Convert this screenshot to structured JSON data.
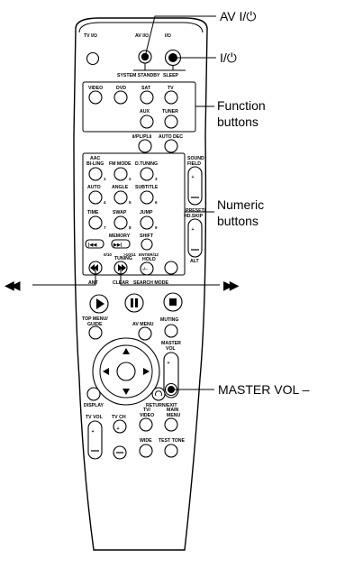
{
  "remote": {
    "top": {
      "tv_power": "TV I/⏻",
      "av_power": "AV I/⏻",
      "power": "I/⏻",
      "system_standby": "SYSTEM STANDBY",
      "sleep": "SLEEP"
    },
    "function_buttons": {
      "video": "VIDEO",
      "dvd": "DVD",
      "sat": "SAT",
      "tv": "TV",
      "aux": "AUX",
      "tuner": "TUNER"
    },
    "mode": {
      "plii": "Ⅱ/PL/PLⅡ",
      "auto_dec": "AUTO DEC"
    },
    "numeric": {
      "aac_line1": "AAC",
      "aac_line2": "BI-LING",
      "fm_mode": "FM MODE",
      "d_tuning": "D.TUNING",
      "auto": "AUTO",
      "angle": "ANGLE",
      "subtitle": "SUBTITLE",
      "time": "TIME",
      "swap": "SWAP",
      "jump": "JUMP",
      "memory": "MEMORY",
      "shift": "SHIFT",
      "n1": "1",
      "n2": "2",
      "n3": "3",
      "n4": "4",
      "n5": "5",
      "n6": "6",
      "n7": "7",
      "n8": "8",
      "n9": "9",
      "zero": "0/10",
      "ten": ">10/11",
      "enter": "ENTER/12"
    },
    "right_column": {
      "sound_field_1": "SOUND",
      "sound_field_2": "FIELD",
      "preset_1": "PRESET/",
      "preset_2": "HD.SKIP",
      "alt": "ALT"
    },
    "transport": {
      "tuning": "TUNING",
      "hold": "HOLD",
      "ant": "ANT",
      "clear": "CLEAR",
      "search_mode": "SEARCH MODE",
      "dash": "-/--"
    },
    "navigation": {
      "top_menu_1": "TOP MENU/",
      "top_menu_2": "GUIDE",
      "av_menu": "AV MENU",
      "muting": "MUTING",
      "master_1": "MASTER",
      "master_2": "VOL",
      "display": "DISPLAY",
      "return_exit": "RETURN/EXIT"
    },
    "bottom": {
      "tv_vol": "TV VOL",
      "tv_ch": "TV CH",
      "tv_video_1": "TV/",
      "tv_video_2": "VIDEO",
      "main_1": "MAIN",
      "main_2": "MENU",
      "wide": "WIDE",
      "test_tone": "TEST TONE"
    }
  },
  "callouts": {
    "av_power": "AV I/⏻",
    "power": "I/⏻",
    "function_1": "Function",
    "function_2": "buttons",
    "numeric_1": "Numeric",
    "numeric_2": "buttons",
    "rewind": "◀◀",
    "forward": "▶▶",
    "master_vol_minus": "MASTER VOL –"
  }
}
